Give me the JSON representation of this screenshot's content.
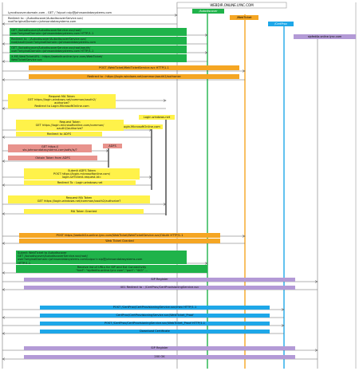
{
  "colors": {
    "green": "#1fb34a",
    "orange": "#f5a623",
    "blue": "#1ea7e8",
    "yellow": "#fff24a",
    "purple": "#b39ad6",
    "salmon": "#e8938d",
    "gray": "#999999"
  },
  "participants": {
    "top_header": "WEBDIR.ONLINE.LYNC.COM",
    "green": "/Autodiscover",
    "orange": "/WebTicket",
    "blue": "/CertProv",
    "purple": "sipfed4a.online.lync.com"
  },
  "messages": [
    {
      "id": "m1",
      "text": "Lyncdiscover.domain.com - GET / ?sipuri=sip@johnsondatasystems.com"
    },
    {
      "id": "m2",
      "text": "Redirect to : /Autodiscover/AutodiscoverService.svc/\nroot?originalDomain=johnsondatasystems.com"
    },
    {
      "id": "m3",
      "text": "GET /Autodiscover/AutodiscoverService.svc/root/\nuser?originalDomain=johnsondatasystems.com HTTP/1.1"
    },
    {
      "id": "m4",
      "text": "Redirect to : /Autodiscover/AutodiscoverService.svc/\nroot/oauth/user?originalDomain=johnsondatasystems.com"
    },
    {
      "id": "m5",
      "text": "GET /Autodiscover/AutodiscoverService.svc/root/oauth/\nuser?originalDomain=johnsondatasystems.com HTTP/1.1"
    },
    {
      "id": "m6",
      "text": "X-MS-WebTicketURL : https://webdir.online.lync.com/WebTicket/\nWebTicketService.svc"
    },
    {
      "id": "m7",
      "text": "POST /WebTicket/WebTicketService.svc HTTP/1.1"
    },
    {
      "id": "m8",
      "text": "Redirect to : https://login.windows.net/common/oauth2/authorize"
    },
    {
      "id": "n1",
      "text": "Login.windows.net"
    },
    {
      "id": "m9",
      "text": "Request MA Token\nGET https://login.windows.net/common/oauth2/\nauthorize?"
    },
    {
      "id": "m10",
      "text": "Redirect to Login.MicrosoftOnline.com"
    },
    {
      "id": "n2",
      "text": "Login.MicrosoftOnline.com"
    },
    {
      "id": "m11",
      "text": "Request Token\nGET https://login.microsoftonline.com/common/\noauth2/authorize?"
    },
    {
      "id": "m12",
      "text": "Redirect to ADFS"
    },
    {
      "id": "n3",
      "text": "ADFS"
    },
    {
      "id": "m13",
      "text": "GET https://\nsts.johnsondatasystems.com/adfs/ls/?"
    },
    {
      "id": "m14",
      "text": "Obtain Token from ADFS"
    },
    {
      "id": "m15",
      "text": "Submit ADFS Token\nPOST https://login.microsoftonline.com/\nlogin.srf?client-request-id="
    },
    {
      "id": "m16",
      "text": "Redirect To : Login.windows.net"
    },
    {
      "id": "m17",
      "text": "Request MA Token\nGET https://login.windows.net/common/oauth2/authorize?"
    },
    {
      "id": "m18",
      "text": "MA Token Granted"
    },
    {
      "id": "m19",
      "text": "POST https://webdir2a.online.lync.com/WebTicket/WebTicketService.svc/OAuth HTTP/1.1"
    },
    {
      "id": "m20",
      "text": "Web Ticket Granted"
    },
    {
      "id": "m21",
      "text": "Submit WebTicket to Autodiscover\nGET /Autodiscover/AutodiscoverService.svc/root/\nuser?originalDomain=johnsondatasystems.com&sipuri=sip@johnsondatasystems.com\nHTTP/1.1"
    },
    {
      "id": "m22",
      "text": "Receive list of URLs for SIP and Ext Connectivity\n\"href\": \"sipfed4a.online.lync.com\",\"port\": \"443\" ..."
    },
    {
      "id": "m23",
      "text": "SIP Register"
    },
    {
      "id": "m24",
      "text": "401 Redirect to : /CertProv/CertProvisioningService.svc"
    },
    {
      "id": "m25",
      "text": "POST /CertProv/CertProvisioningService.svc/mex HTTP/1.1"
    },
    {
      "id": "m26",
      "text": "CertProv/CertProvisioningService.svc/WebTicket_Proof"
    },
    {
      "id": "m27",
      "text": "POST /CertProv/CertProvisioningService.svc/WebTicket_Proof HTTP/1.1"
    },
    {
      "id": "m28",
      "text": "Download Certificate"
    },
    {
      "id": "m29",
      "text": "SIP Register"
    },
    {
      "id": "m30",
      "text": "200 OK"
    }
  ]
}
